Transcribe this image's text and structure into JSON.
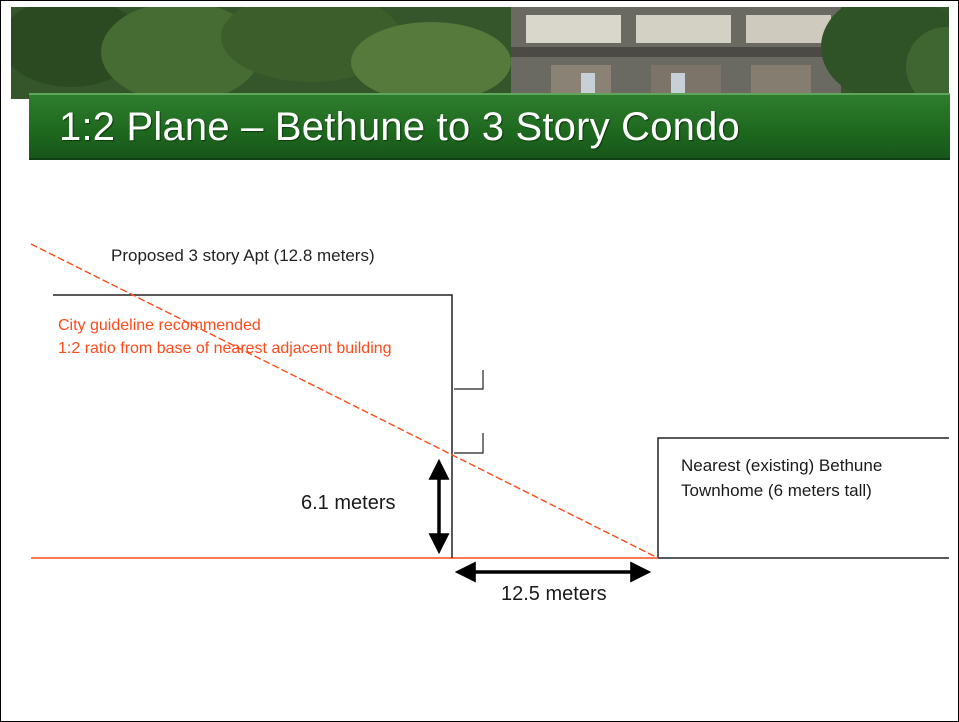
{
  "slide": {
    "title": "1:2 Plane – Bethune to 3 Story Condo",
    "banner": "photo of trees and houses"
  },
  "diagram": {
    "proposed_building_label": "Proposed 3 story Apt (12.8 meters)",
    "guideline_line1": "City guideline recommended",
    "guideline_line2": "1:2 ratio from base of nearest adjacent building",
    "height_label": "6.1 meters",
    "distance_label": "12.5 meters",
    "townhome_line1": "Nearest (existing) Bethune",
    "townhome_line2": "Townhome (6 meters tall)"
  },
  "colors": {
    "title_green": "#1f6a1f",
    "guideline_red": "#ff4a1a",
    "outline": "#000000"
  }
}
